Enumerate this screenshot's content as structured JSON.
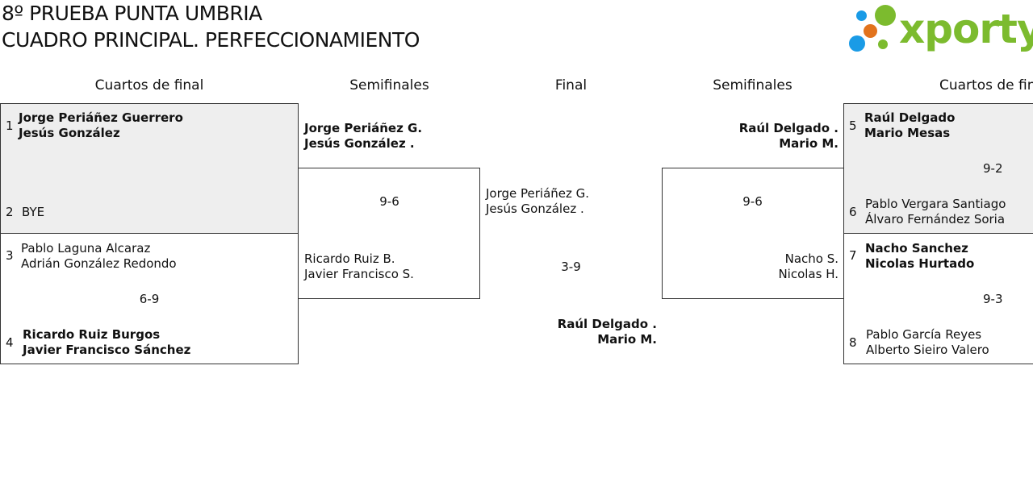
{
  "title_line1": "8º PRUEBA PUNTA UMBRIA",
  "title_line2": "CUADRO PRINCIPAL. PERFECCIONAMIENTO",
  "logo": {
    "text": "xporty",
    "brand_color": "#7cbb2e",
    "dot_colors": [
      "#1a9be6",
      "#e2731d",
      "#7cbb2e"
    ]
  },
  "columns": {
    "qf_left": "Cuartos de final",
    "sf_left": "Semifinales",
    "final": "Final",
    "sf_right": "Semifinales",
    "qf_right": "Cuartos de final"
  },
  "quarterfinals_left": [
    {
      "top": {
        "seed": "1",
        "p1": "Jorge Periáñez Guerrero",
        "p2": "Jesús González",
        "winner": true
      },
      "bottom": {
        "seed": "2",
        "p1": "BYE",
        "p2": "",
        "winner": false
      },
      "score": ""
    },
    {
      "top": {
        "seed": "3",
        "p1": "Pablo Laguna Alcaraz",
        "p2": "Adrián González Redondo",
        "winner": false
      },
      "bottom": {
        "seed": "4",
        "p1": "Ricardo Ruiz Burgos",
        "p2": "Javier Francisco Sánchez",
        "winner": true
      },
      "score": "6-9"
    }
  ],
  "quarterfinals_right": [
    {
      "top": {
        "seed": "5",
        "p1": "Raúl Delgado",
        "p2": "Mario Mesas",
        "winner": true
      },
      "bottom": {
        "seed": "6",
        "p1": "Pablo Vergara Santiago",
        "p2": "Álvaro Fernández Soria",
        "winner": false
      },
      "score": "9-2"
    },
    {
      "top": {
        "seed": "7",
        "p1": "Nacho Sanchez",
        "p2": "Nicolas Hurtado",
        "winner": true
      },
      "bottom": {
        "seed": "8",
        "p1": "Pablo García Reyes",
        "p2": "Alberto Sieiro Valero",
        "winner": false
      },
      "score": "9-3"
    }
  ],
  "semifinal_left": {
    "top": {
      "p1": "Jorge Periáñez G.",
      "p2": "Jesús González .",
      "winner": true
    },
    "bottom": {
      "p1": "Ricardo Ruiz B.",
      "p2": "Javier Francisco S.",
      "winner": false
    },
    "score": "9-6"
  },
  "semifinal_right": {
    "top": {
      "p1": "Raúl Delgado .",
      "p2": "Mario M.",
      "winner": true
    },
    "bottom": {
      "p1": "Nacho S.",
      "p2": "Nicolas H.",
      "winner": false
    },
    "score": "9-6"
  },
  "final": {
    "top": {
      "p1": "Jorge Periáñez G.",
      "p2": "Jesús González .",
      "winner": false
    },
    "bottom": {
      "p1": "Raúl Delgado .",
      "p2": "Mario M.",
      "winner": true
    },
    "score": "3-9"
  }
}
